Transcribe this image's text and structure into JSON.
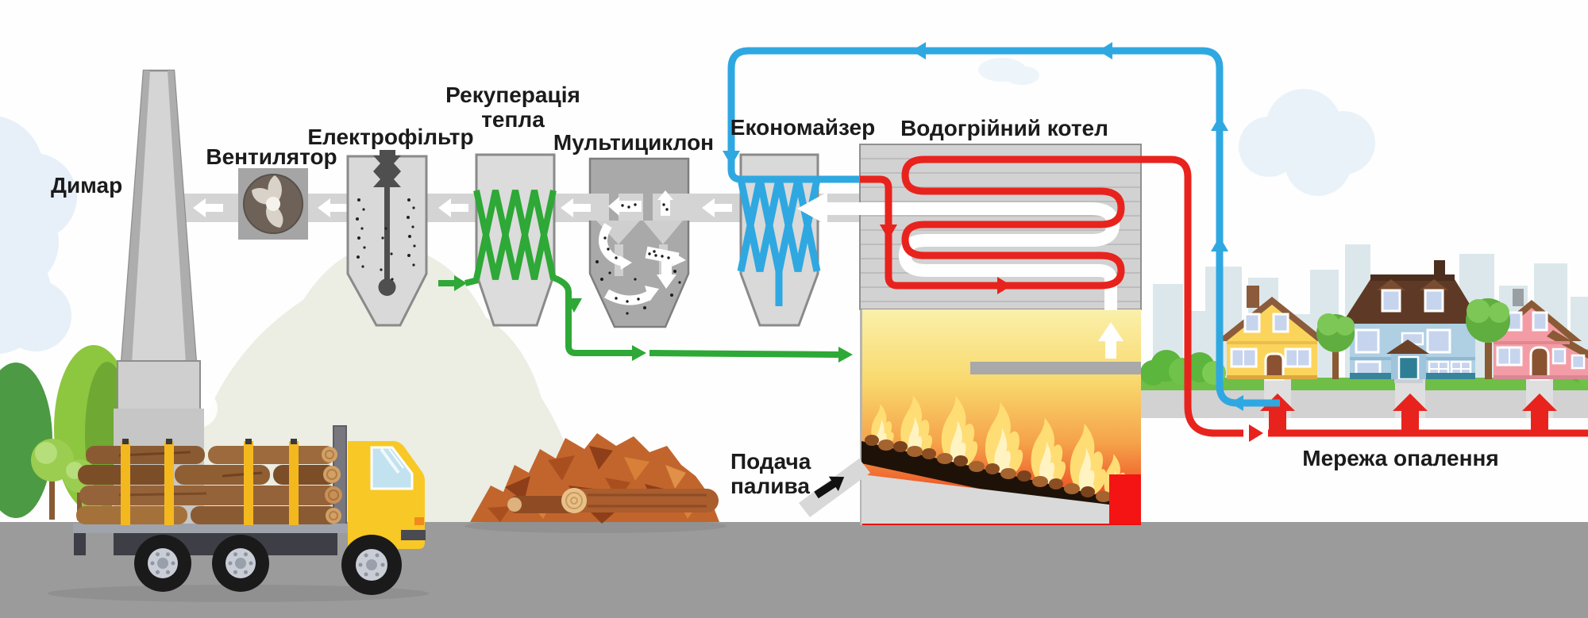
{
  "diagram": {
    "components": {
      "chimney": {
        "label": "Димар"
      },
      "fan": {
        "label": "Вентилятор"
      },
      "electrostatic_filter": {
        "label": "Електрофільтр"
      },
      "heat_recovery": {
        "label_line1": "Рекуперація",
        "label_line2": "тепла"
      },
      "multicyclone": {
        "label": "Мультициклон"
      },
      "economizer": {
        "label": "Економайзер"
      },
      "hot_water_boiler": {
        "label": "Водогрійний котел"
      },
      "fuel_feed": {
        "label_line1": "Подача",
        "label_line2": "палива"
      },
      "heating_network": {
        "label": "Мережа опалення"
      }
    },
    "colors": {
      "hot_water_pipe": "#E8231D",
      "return_water_pipe": "#2FA8E1",
      "hot_air_recirculation": "#2EA836",
      "flue_gas_duct": "#D4D4D4",
      "flue_gas_flow": "#FFFFFF"
    }
  }
}
